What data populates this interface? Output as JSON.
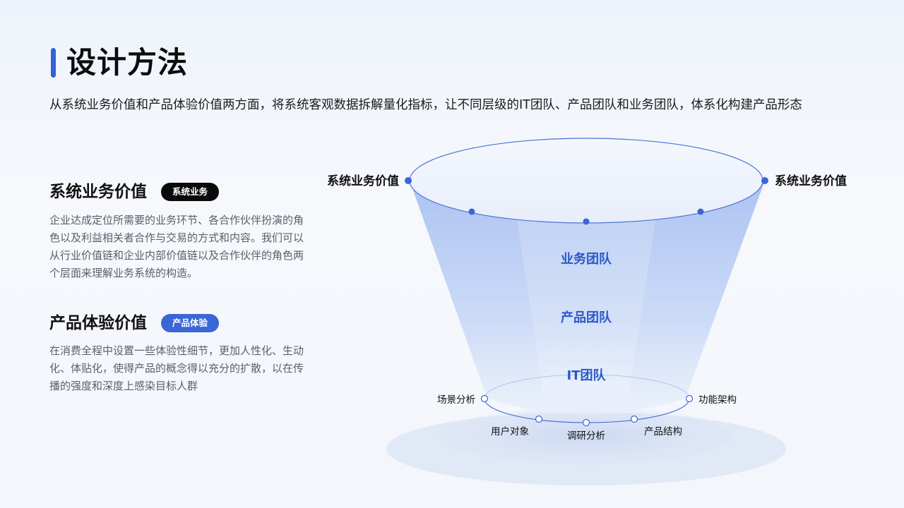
{
  "header": {
    "title": "设计方法",
    "subtitle": "从系统业务价值和产品体验价值两方面，将系统客观数据拆解量化指标，让不同层级的IT团队、产品团队和业务团队，体系化构建产品形态"
  },
  "sections": [
    {
      "title": "系统业务价值",
      "tag": "系统业务",
      "body": "企业达成定位所需要的业务环节、各合作伙伴扮演的角色以及利益相关者合作与交易的方式和内容。我们可以从行业价值链和企业内部价值链以及合作伙伴的角色两个层面来理解业务系统的构造。"
    },
    {
      "title": "产品体验价值",
      "tag": "产品体验",
      "body": "在消费全程中设置一些体验性细节，更加人性化、生动化、体贴化，使得产品的概念得以充分的扩散，以在传播的强度和深度上感染目标人群"
    }
  ],
  "funnel": {
    "top_left_label": "系统业务价值",
    "top_right_label": "系统业务价值",
    "layers": [
      "业务团队",
      "产品团队",
      "IT团队"
    ],
    "bottom_labels": [
      "场景分析",
      "用户对象",
      "调研分析",
      "产品结构",
      "功能架构"
    ]
  },
  "colors": {
    "accent": "#2f63d8",
    "layer_text": "#2b58c9",
    "dot": "#3a66d6"
  }
}
